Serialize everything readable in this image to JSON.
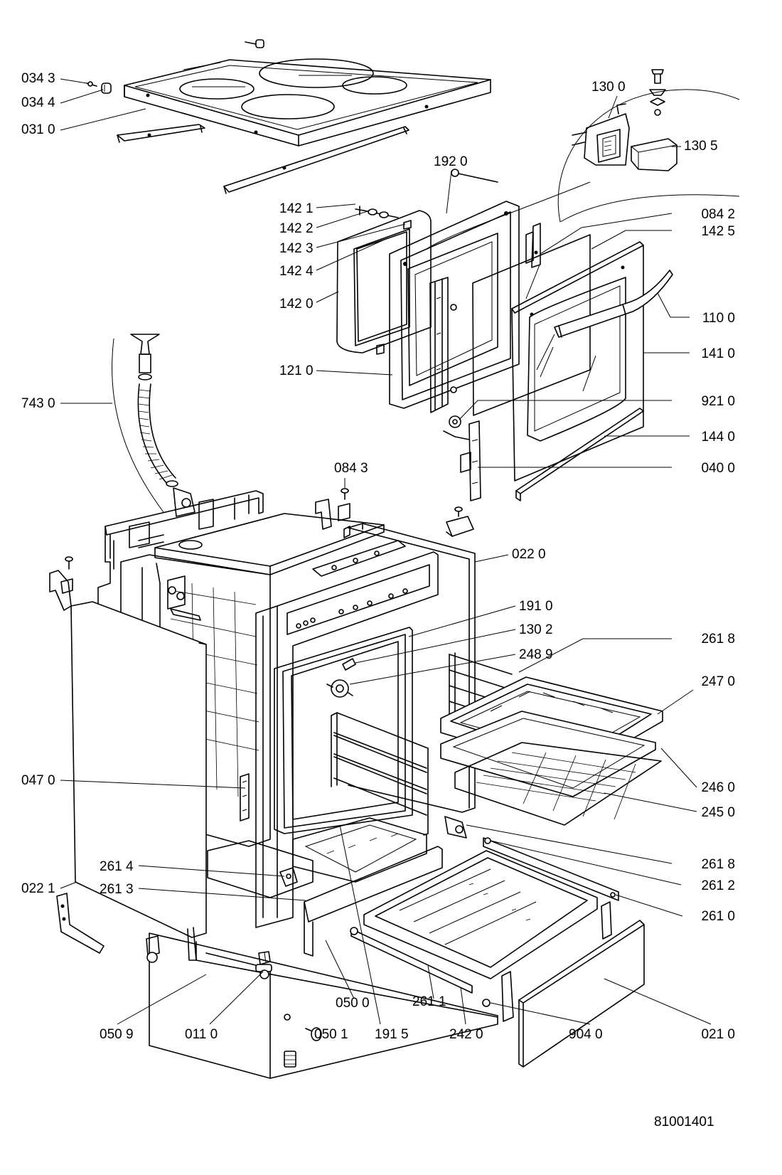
{
  "drawing_number": "81001401",
  "parts": [
    {
      "id": "p0343",
      "label": "034 3"
    },
    {
      "id": "p0344",
      "label": "034 4"
    },
    {
      "id": "p0310",
      "label": "031 0"
    },
    {
      "id": "p1300",
      "label": "130 0"
    },
    {
      "id": "p1305",
      "label": "130 5"
    },
    {
      "id": "p1920",
      "label": "192 0"
    },
    {
      "id": "p1421",
      "label": "142 1"
    },
    {
      "id": "p1422",
      "label": "142 2"
    },
    {
      "id": "p1423",
      "label": "142 3"
    },
    {
      "id": "p1424",
      "label": "142 4"
    },
    {
      "id": "p1420",
      "label": "142 0"
    },
    {
      "id": "p0842",
      "label": "084 2"
    },
    {
      "id": "p1425",
      "label": "142 5"
    },
    {
      "id": "p1100",
      "label": "110 0"
    },
    {
      "id": "p1410",
      "label": "141 0"
    },
    {
      "id": "p1210",
      "label": "121 0"
    },
    {
      "id": "p7430",
      "label": "743 0"
    },
    {
      "id": "p9210",
      "label": "921 0"
    },
    {
      "id": "p1440",
      "label": "144 0"
    },
    {
      "id": "p0400",
      "label": "040 0"
    },
    {
      "id": "p0843",
      "label": "084 3"
    },
    {
      "id": "p0220",
      "label": "022 0"
    },
    {
      "id": "p1910",
      "label": "191 0"
    },
    {
      "id": "p1302",
      "label": "130 2"
    },
    {
      "id": "p2618a",
      "label": "261 8"
    },
    {
      "id": "p2489",
      "label": "248 9"
    },
    {
      "id": "p2470",
      "label": "247 0"
    },
    {
      "id": "p0470",
      "label": "047 0"
    },
    {
      "id": "p2460",
      "label": "246 0"
    },
    {
      "id": "p2450",
      "label": "245 0"
    },
    {
      "id": "p2618b",
      "label": "261  8"
    },
    {
      "id": "p2614",
      "label": "261 4"
    },
    {
      "id": "p2612",
      "label": "261  2"
    },
    {
      "id": "p0221",
      "label": "022 1"
    },
    {
      "id": "p2613",
      "label": "261 3"
    },
    {
      "id": "p2610",
      "label": "261 0"
    },
    {
      "id": "p2611",
      "label": "261 1"
    },
    {
      "id": "p0509",
      "label": "050 9"
    },
    {
      "id": "p0110",
      "label": "011 0"
    },
    {
      "id": "p0501",
      "label": "050 1"
    },
    {
      "id": "p0500",
      "label": "050 0"
    },
    {
      "id": "p1915",
      "label": "191 5"
    },
    {
      "id": "p2420",
      "label": "242 0"
    },
    {
      "id": "p9040",
      "label": "904 0"
    },
    {
      "id": "p0210",
      "label": "021 0"
    }
  ]
}
